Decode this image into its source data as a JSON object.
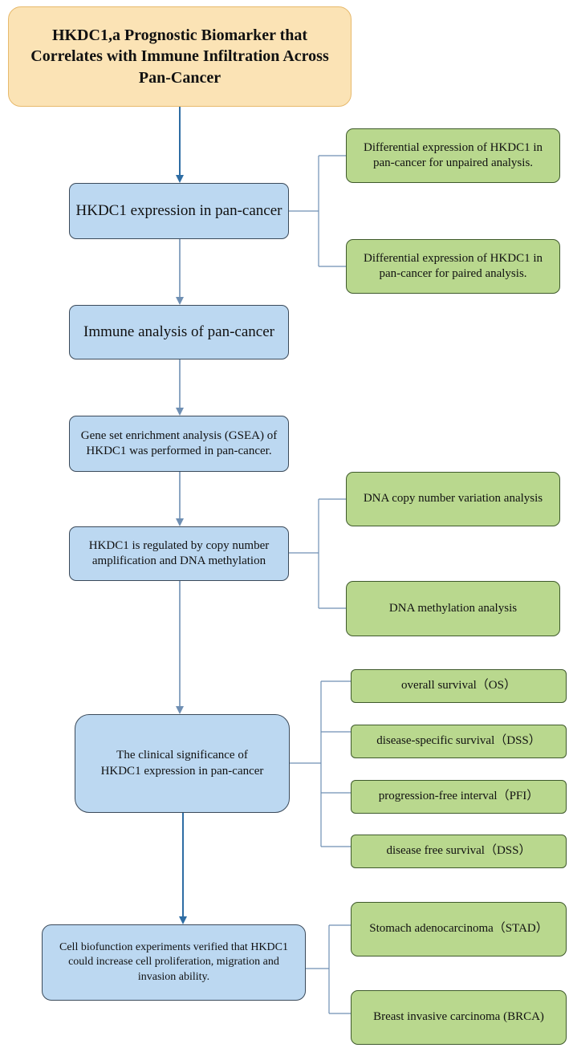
{
  "title": "HKDC1,a Prognostic Biomarker that Correlates with Immune Infiltration Across Pan-Cancer",
  "steps": [
    {
      "label": "HKDC1 expression in pan-cancer"
    },
    {
      "label": "Immune analysis of pan-cancer"
    },
    {
      "label": "Gene set enrichment analysis (GSEA) of HKDC1 was performed in pan-cancer."
    },
    {
      "label": "HKDC1 is regulated by copy number amplification and DNA methylation"
    },
    {
      "label": "The clinical significance of HKDC1 expression in pan-cancer"
    },
    {
      "label": "Cell biofunction experiments verified that HKDC1 could increase cell proliferation, migration and invasion ability."
    }
  ],
  "branches": {
    "expression": [
      "Differential expression of HKDC1 in pan-cancer for unpaired analysis.",
      "Differential expression of HKDC1 in pan-cancer for paired analysis."
    ],
    "regulation": [
      "DNA copy number variation analysis",
      "DNA methylation analysis"
    ],
    "clinical": [
      "overall survival（OS）",
      "disease-specific survival（DSS）",
      "progression-free interval（PFI）",
      "disease free survival（DSS）"
    ],
    "experiments": [
      "Stomach adenocarcinoma（STAD）",
      "Breast invasive carcinoma (BRCA)"
    ]
  },
  "colors": {
    "title_fill": "#fbe3b5",
    "step_fill": "#bcd8f1",
    "branch_fill": "#b9d88e",
    "arrow": "#2e6da4",
    "connector": "#6f8fb3"
  }
}
